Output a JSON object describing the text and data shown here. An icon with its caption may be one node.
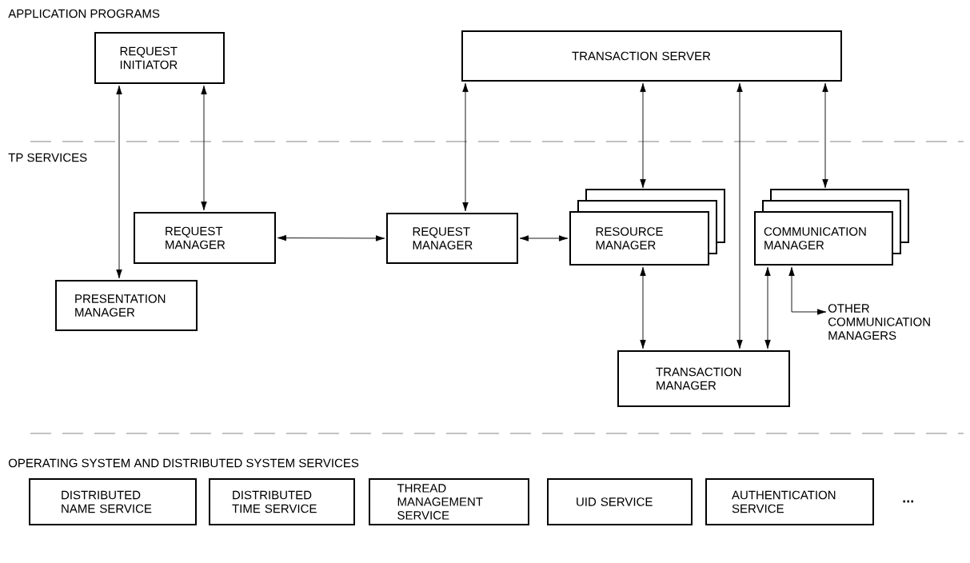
{
  "diagram": {
    "nodes": [
      {
        "text": [
          "REQUEST INITIATOR"
        ]
      },
      {
        "text": [
          "TRANSACTION SERVER"
        ]
      },
      {
        "text": [
          "REQUEST MANAGER"
        ]
      },
      {
        "text": [
          "PRESENTATION MANAGER"
        ]
      },
      {
        "text": [
          "REQUEST MANAGER"
        ]
      },
      {
        "text": [
          "RESOURCE MANAGER"
        ]
      },
      {
        "text": [
          "COMMUNICATION MANAGER"
        ]
      },
      {
        "text": [
          "TRANSACTION MANAGER"
        ]
      },
      {
        "text": [
          "OTHER COMMUNICATION MANAGERS"
        ]
      },
      {
        "text": [
          "DISTRIBUTED NAME SERVICE"
        ]
      },
      {
        "text": [
          "DISTRIBUTED TIME SERVICE"
        ]
      },
      {
        "text": [
          "THREAD MANAGEMENT SERVICE"
        ]
      },
      {
        "text": [
          "UID SERVICE"
        ]
      },
      {
        "text": [
          "AUTHENTICATION SERVICE"
        ]
      }
    ],
    "edges": [
      {
        "from": 0,
        "to": 3,
        "arrow": "both"
      },
      {
        "from": 0,
        "to": 2,
        "arrow": "both"
      },
      {
        "from": 2,
        "to": 4,
        "arrow": "both"
      },
      {
        "from": 1,
        "to": 4,
        "arrow": "both"
      },
      {
        "from": 4,
        "to": 5,
        "arrow": "both"
      },
      {
        "from": 1,
        "to": 5,
        "arrow": "both"
      },
      {
        "from": 1,
        "to": 7,
        "arrow": "both"
      },
      {
        "from": 1,
        "to": 6,
        "arrow": "both"
      },
      {
        "from": 5,
        "to": 7,
        "arrow": "both"
      },
      {
        "from": 6,
        "to": 7,
        "arrow": "both"
      },
      {
        "from": 6,
        "to": 8,
        "arrow": "both"
      }
    ],
    "labels": [
      "APPLICATION PROGRAMS",
      "TP SERVICES",
      "OPERATING SYSTEM AND DISTRIBUTED SYSTEM SERVICES",
      "..."
    ]
  }
}
